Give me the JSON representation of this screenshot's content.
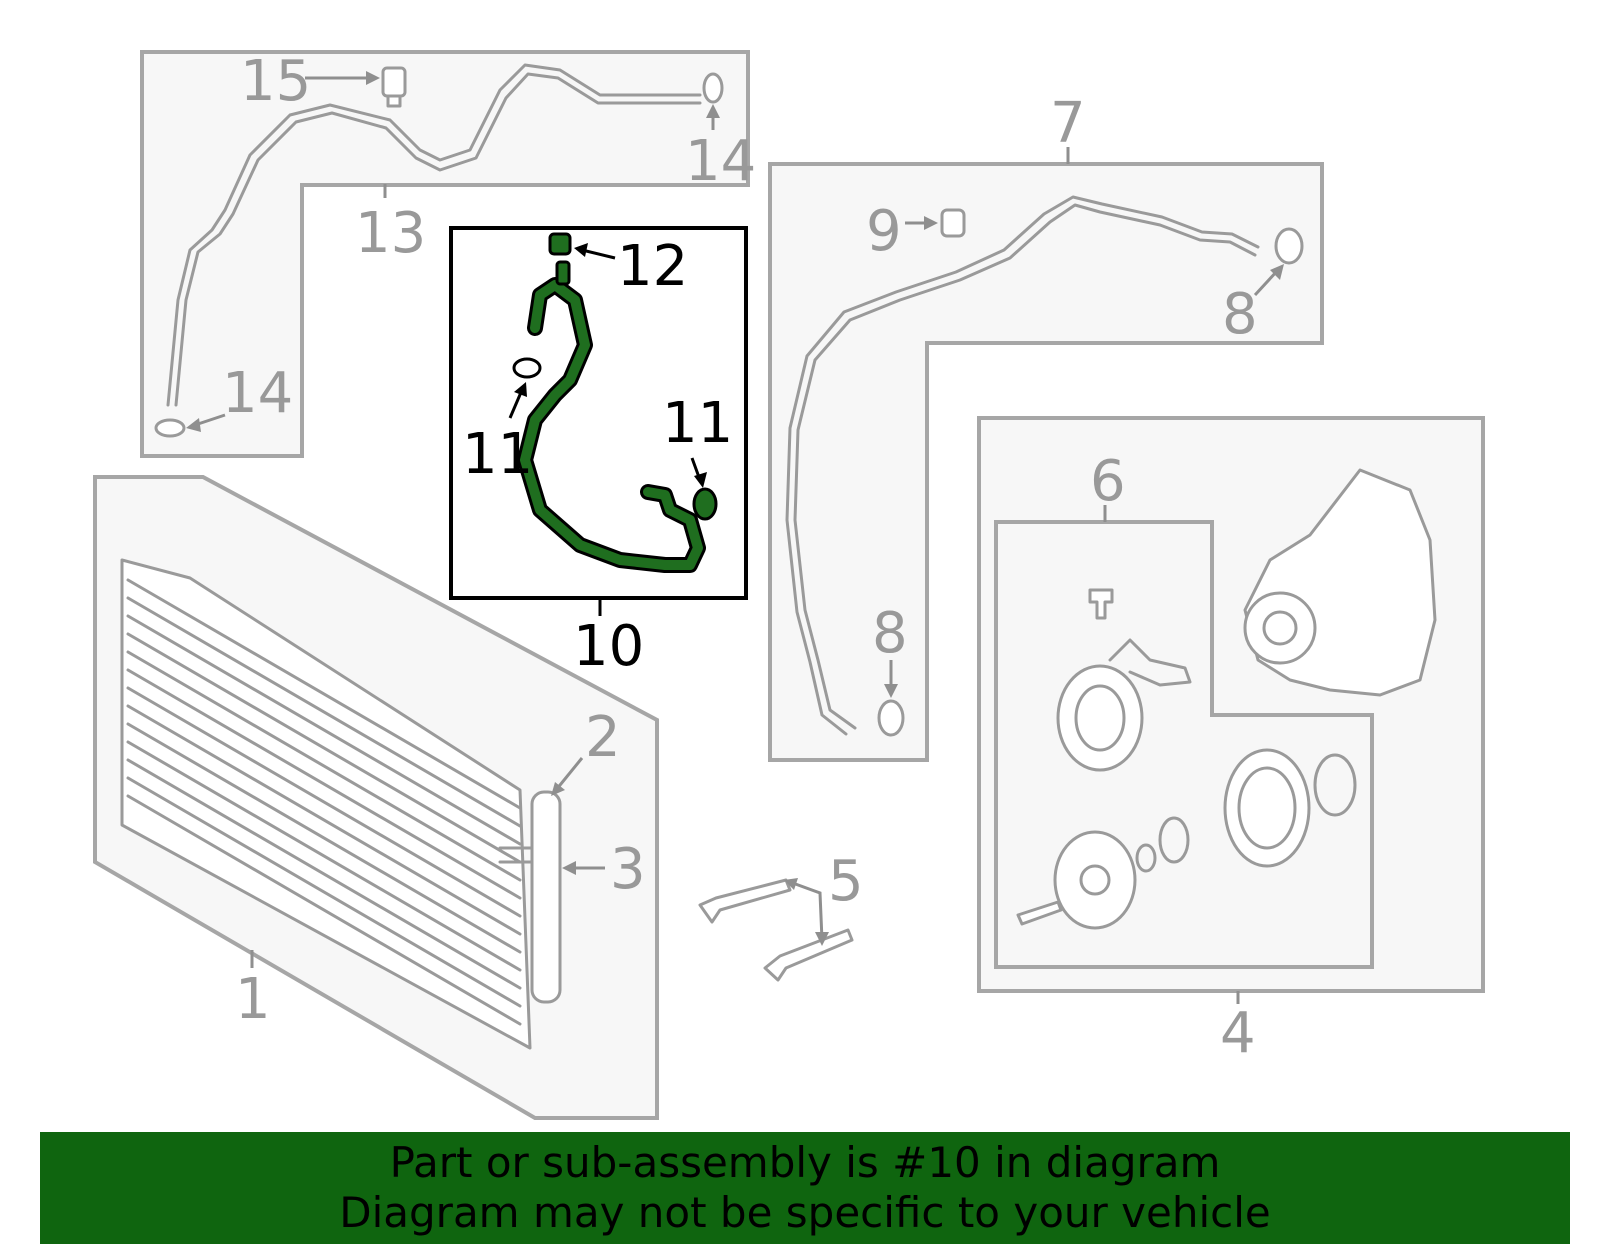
{
  "diagram": {
    "callouts": {
      "c1": "1",
      "c2": "2",
      "c3": "3",
      "c4": "4",
      "c5": "5",
      "c6": "6",
      "c7": "7",
      "c8a": "8",
      "c8b": "8",
      "c9": "9",
      "c10": "10",
      "c11a": "11",
      "c11b": "11",
      "c12": "12",
      "c13": "13",
      "c14a": "14",
      "c14b": "14",
      "c15": "15"
    },
    "highlight_color": "#1f6e1f",
    "panel_color": "#f7f7f7",
    "line_color": "#9a9a9a"
  },
  "footer": {
    "line1": "Part or sub-assembly is #10 in diagram",
    "line2": "Diagram may not be specific to your vehicle",
    "background": "#0f650f"
  }
}
